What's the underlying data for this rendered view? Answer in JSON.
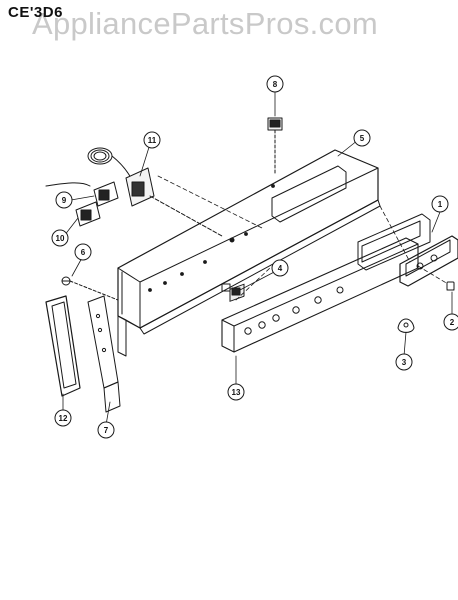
{
  "header": {
    "model_code": "CE'3D6",
    "watermark": "AppliancePartsPros.com"
  },
  "callouts": [
    {
      "id": "c1",
      "label": "1"
    },
    {
      "id": "c2",
      "label": "2"
    },
    {
      "id": "c3",
      "label": "3"
    },
    {
      "id": "c4",
      "label": "4"
    },
    {
      "id": "c5",
      "label": "5"
    },
    {
      "id": "c6",
      "label": "6"
    },
    {
      "id": "c7",
      "label": "7"
    },
    {
      "id": "c8",
      "label": "8"
    },
    {
      "id": "c9",
      "label": "9"
    },
    {
      "id": "c10",
      "label": "10"
    },
    {
      "id": "c11",
      "label": "11"
    },
    {
      "id": "c12",
      "label": "12"
    },
    {
      "id": "c13",
      "label": "13"
    }
  ]
}
